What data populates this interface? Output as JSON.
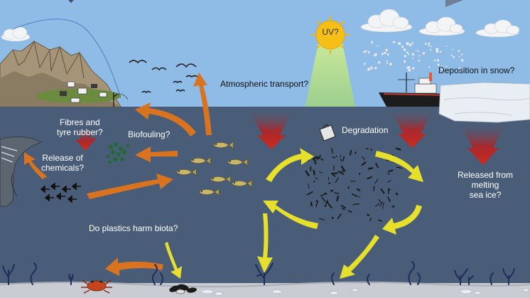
{
  "labels": {
    "uv": "UV?",
    "atmospheric_transport": "Atmospheric transport?",
    "deposition_in_snow": "Deposition in snow?",
    "fibres_tyre_rubber": "Fibres and\ntyre rubber?",
    "biofouling": "Biofouling?",
    "degradation": "Degradation",
    "release_of_chemicals": "Release of\nchemicals?",
    "released_from_sea_ice": "Released from\nmelting\nsea ice?",
    "harm_biota": "Do plastics harm biota?"
  },
  "colors": {
    "sky": "#8fbce6",
    "ocean": "#4a5d78",
    "seafloor": "#c9cdd3",
    "arrow_orange": "#d9731f",
    "arrow_yellow": "#e6e02c",
    "arrow_red": "#c8201b",
    "sun": "#f6bf17",
    "uv_beam": "#a7d59a"
  },
  "icons": [
    "mountain-village-icon",
    "whale-icon",
    "fish-icon",
    "bird-icon",
    "ship-icon",
    "iceberg-icon",
    "sun-icon",
    "crab-icon",
    "mussel-icon",
    "coral-icon",
    "cloud-icon",
    "plastic-bag-icon",
    "microplastic-particles-icon",
    "biofouling-cluster-icon",
    "snowflake-icon"
  ]
}
